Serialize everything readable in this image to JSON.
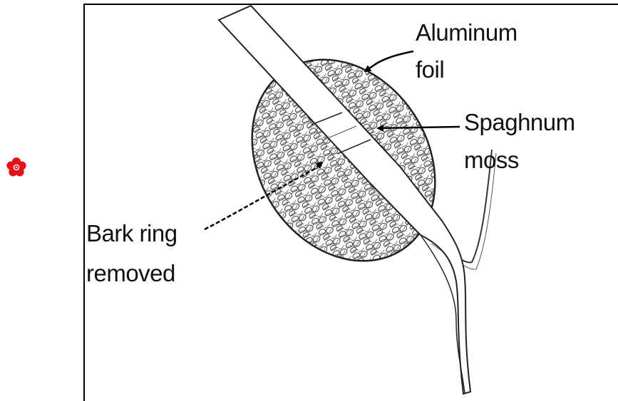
{
  "labels": {
    "aluminum_1": "Aluminum",
    "aluminum_2": "foil",
    "moss_1": "Spaghnum",
    "moss_2": "moss",
    "bark_1": "Bark ring",
    "bark_2": "removed"
  },
  "colors": {
    "ink": "#111111",
    "flower": "#e3131b"
  },
  "icons": {
    "side_marker": "flower-icon"
  }
}
